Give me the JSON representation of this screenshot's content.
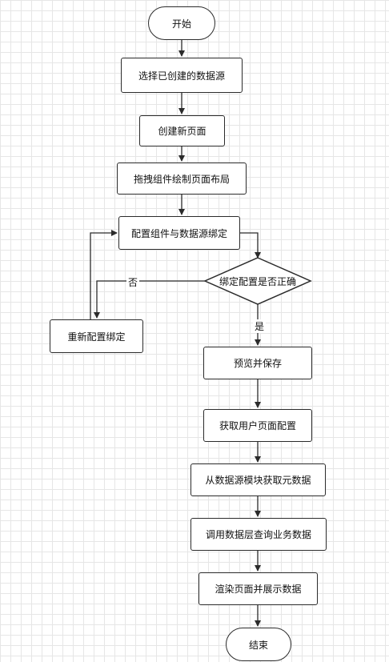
{
  "flowchart": {
    "start": "开始",
    "select_source": "选择已创建的数据源",
    "create_page": "创建新页面",
    "drag_layout": "拖拽组件绘制页面布局",
    "config_binding": "配置组件与数据源绑定",
    "decision": "绑定配置是否正确",
    "reconfig": "重新配置绑定",
    "preview_save": "预览并保存",
    "get_user_config": "获取用户页面配置",
    "get_metadata": "从数据源模块获取元数据",
    "query_data": "调用数据层查询业务数据",
    "render": "渲染页面并展示数据",
    "end": "结束",
    "edge_no": "否",
    "edge_yes": "是"
  }
}
